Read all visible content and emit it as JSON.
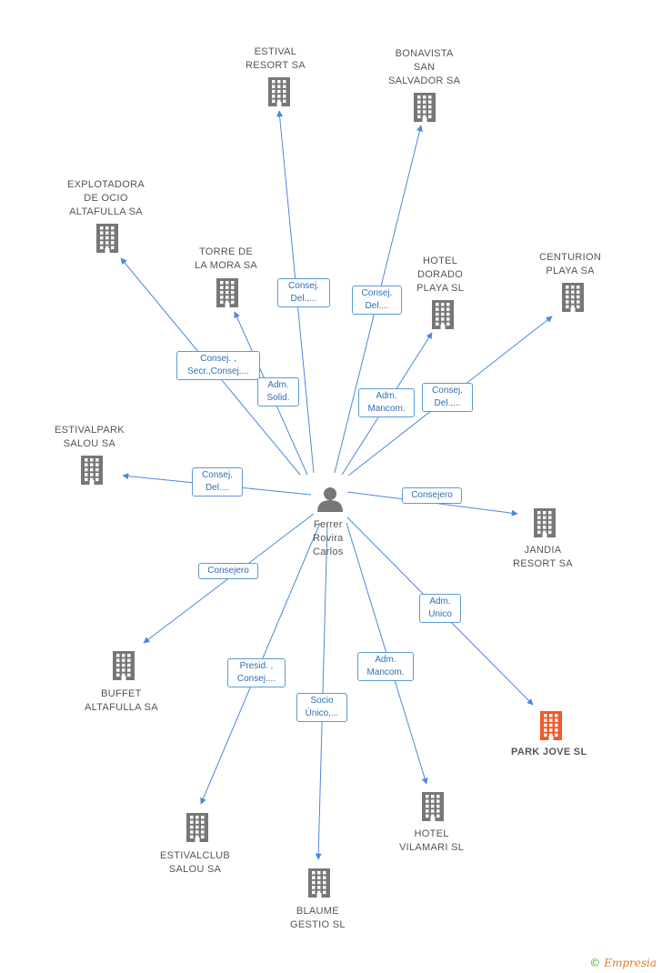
{
  "colors": {
    "edge": "#4a89dc",
    "building": "#777777",
    "building_focus": "#f05a28",
    "person": "#777777"
  },
  "center": {
    "name": "Ferrer\nRovira\nCarlos",
    "icon": "person-icon"
  },
  "companies": [
    {
      "id": "estival-resort",
      "name": "ESTIVAL\nRESORT SA",
      "icon": "building-icon"
    },
    {
      "id": "bonavista",
      "name": "BONAVISTA\nSAN\nSALVADOR SA",
      "icon": "building-icon"
    },
    {
      "id": "explotadora",
      "name": "EXPLOTADORA\nDE OCIO\nALTAFULLA SA",
      "icon": "building-icon"
    },
    {
      "id": "torre-mora",
      "name": "TORRE DE\nLA MORA SA",
      "icon": "building-icon"
    },
    {
      "id": "hotel-dorado",
      "name": "HOTEL\nDORADO\nPLAYA SL",
      "icon": "building-icon"
    },
    {
      "id": "centurion",
      "name": "CENTURION\nPLAYA SA",
      "icon": "building-icon"
    },
    {
      "id": "estivalpark",
      "name": "ESTIVALPARK\nSALOU SA",
      "icon": "building-icon"
    },
    {
      "id": "jandia",
      "name": "JANDIA\nRESORT SA",
      "icon": "building-icon"
    },
    {
      "id": "buffet",
      "name": "BUFFET\nALTAFULLA SA",
      "icon": "building-icon"
    },
    {
      "id": "park-jove",
      "name": "PARK JOVE SL",
      "icon": "building-icon",
      "focus": true
    },
    {
      "id": "estivalclub",
      "name": "ESTIVALCLUB\nSALOU SA",
      "icon": "building-icon"
    },
    {
      "id": "hotel-vilamari",
      "name": "HOTEL\nVILAMARI SL",
      "icon": "building-icon"
    },
    {
      "id": "blaume",
      "name": "BLAUME\nGESTIO SL",
      "icon": "building-icon"
    }
  ],
  "relations": [
    {
      "to": "estival-resort",
      "label": "Consej.\nDel.,..."
    },
    {
      "to": "bonavista",
      "label": "Consej.\nDel...."
    },
    {
      "to": "explotadora",
      "label": "Consej. ,\nSecr.,Consej...."
    },
    {
      "to": "torre-mora",
      "label": "Adm.\nSolid."
    },
    {
      "to": "hotel-dorado",
      "label": "Adm.\nMancom."
    },
    {
      "to": "centurion",
      "label": "Consej.\nDel.,..."
    },
    {
      "to": "estivalpark",
      "label": "Consej.\nDel...."
    },
    {
      "to": "jandia",
      "label": "Consejero"
    },
    {
      "to": "buffet",
      "label": "Consejero"
    },
    {
      "to": "park-jove",
      "label": "Adm.\nUnico"
    },
    {
      "to": "estivalclub",
      "label": "Presid. ,\nConsej...."
    },
    {
      "to": "hotel-vilamari",
      "label": "Adm.\nMancom."
    },
    {
      "to": "blaume",
      "label": "Socio\nÚnico,..."
    }
  ],
  "brand": {
    "symbol": "©",
    "name": "Empresia"
  }
}
